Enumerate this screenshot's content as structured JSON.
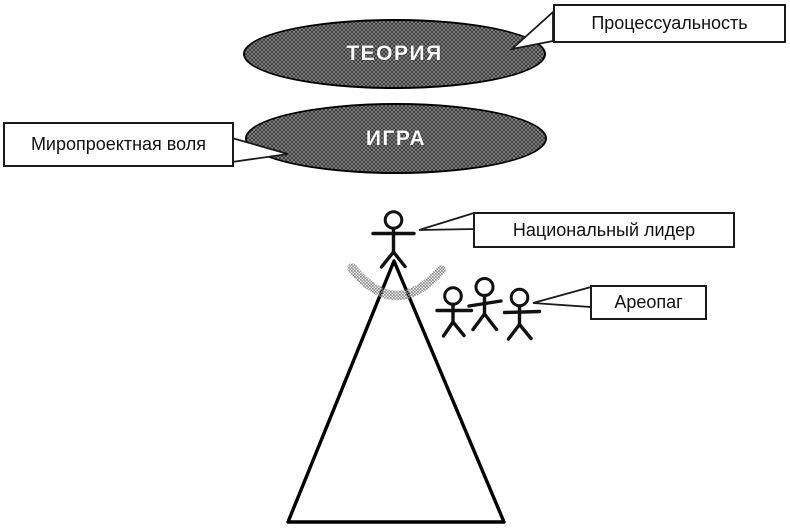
{
  "diagram": {
    "ellipses": {
      "theory": {
        "label": "ТЕОРИЯ"
      },
      "game": {
        "label": "ИГРА"
      }
    },
    "callouts": {
      "processuality": {
        "label": "Процессуальность"
      },
      "world_project_will": {
        "label": "Миропроектная воля"
      },
      "national_leader": {
        "label": "Национальный лидер"
      },
      "areopag": {
        "label": "Ареопаг"
      }
    },
    "icons": {
      "leader_figure": "person-stick-figure-icon",
      "areopag_figures": "three-stick-figures-icon",
      "pyramid": "pyramid-triangle-shape",
      "arc": "gray-arc-shape"
    },
    "colors": {
      "background": "#ffffff",
      "outline": "#000000",
      "ellipse_fill": "#3e3e3e",
      "ellipse_texture": "#7d7d7d",
      "arc_gray": "#8c8c8c",
      "label_on_dark": "#ffffff",
      "callout_text": "#111111"
    }
  }
}
